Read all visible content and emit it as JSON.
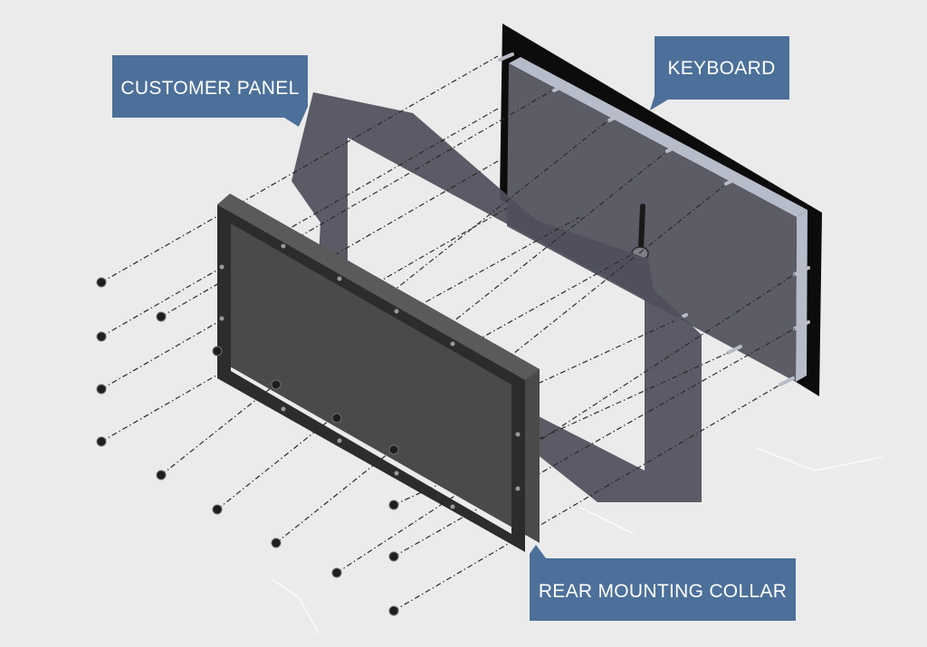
{
  "labels": {
    "customer_panel": "CUSTOMER PANEL",
    "keyboard": "KEYBOARD",
    "rear_mounting_collar": "REAR MOUNTING COLLAR"
  },
  "colors": {
    "background": "#ebebeb",
    "callout": "#4c7099",
    "keyboard_face": "#5b5c66",
    "keyboard_edge": "#b7bccb",
    "keyboard_backplate": "#0c0c0c",
    "customer_panel": "#50505d",
    "collar": "#2c2c2c",
    "fastener": "#1e1e1e"
  },
  "components": [
    "keyboard",
    "customer-panel",
    "rear-mounting-collar",
    "fasteners",
    "alignment-lines"
  ]
}
